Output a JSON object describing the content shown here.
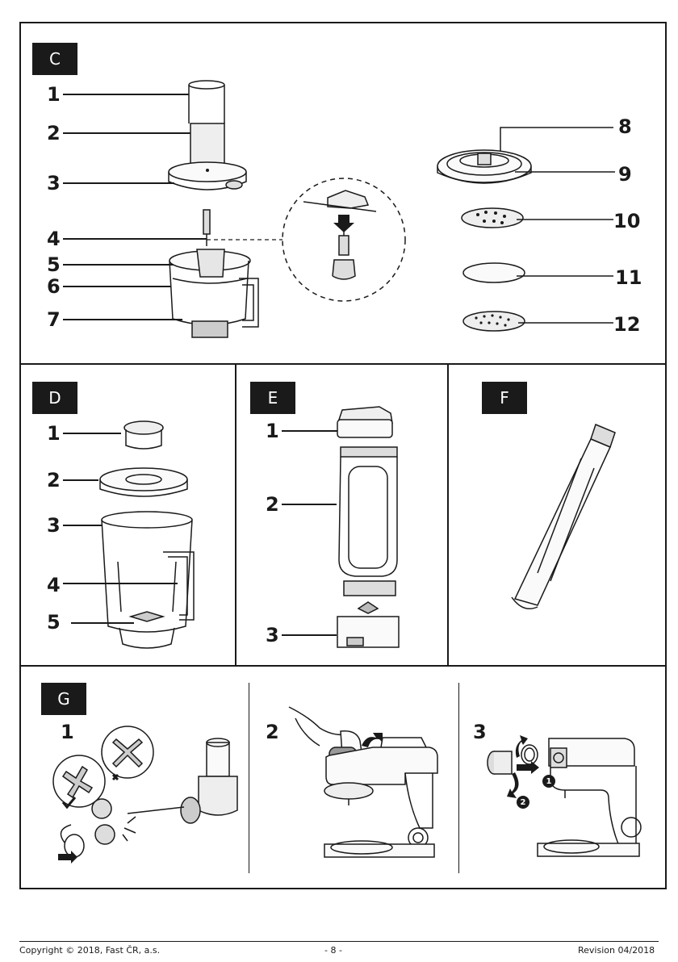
{
  "sections": {
    "C": {
      "label": "C",
      "parts": [
        "1",
        "2",
        "3",
        "4",
        "5",
        "6",
        "7",
        "8",
        "9",
        "10",
        "11",
        "12"
      ]
    },
    "D": {
      "label": "D",
      "parts": [
        "1",
        "2",
        "3",
        "4",
        "5"
      ]
    },
    "E": {
      "label": "E",
      "parts": [
        "1",
        "2",
        "3"
      ]
    },
    "F": {
      "label": "F"
    },
    "G": {
      "label": "G",
      "steps": [
        "1",
        "2",
        "3"
      ],
      "callouts": [
        "1",
        "2"
      ]
    }
  },
  "footer": {
    "copyright": "Copyright © 2018, Fast ČR, a.s.",
    "page": "- 8 -",
    "revision": "Revision 04/2018"
  }
}
